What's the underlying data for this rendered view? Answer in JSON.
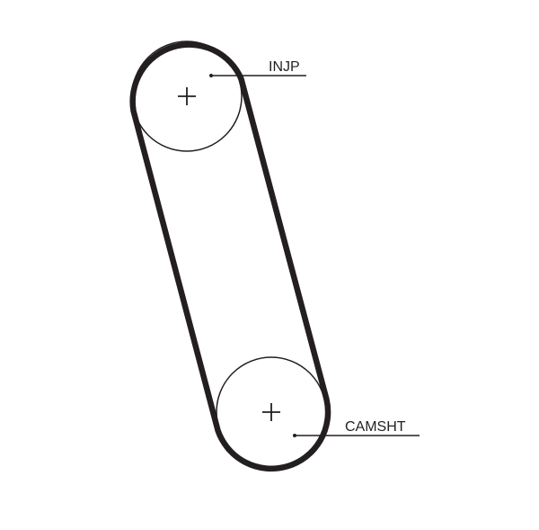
{
  "diagram": {
    "colors": {
      "belt": "#231f20",
      "pulley": "#231f20",
      "leader": "#231f20",
      "text": "#231f20",
      "background": "#ffffff"
    },
    "pulleys": [
      {
        "id": "injp",
        "label": "INJP"
      },
      {
        "id": "camsht",
        "label": "CAMSHT"
      }
    ]
  }
}
